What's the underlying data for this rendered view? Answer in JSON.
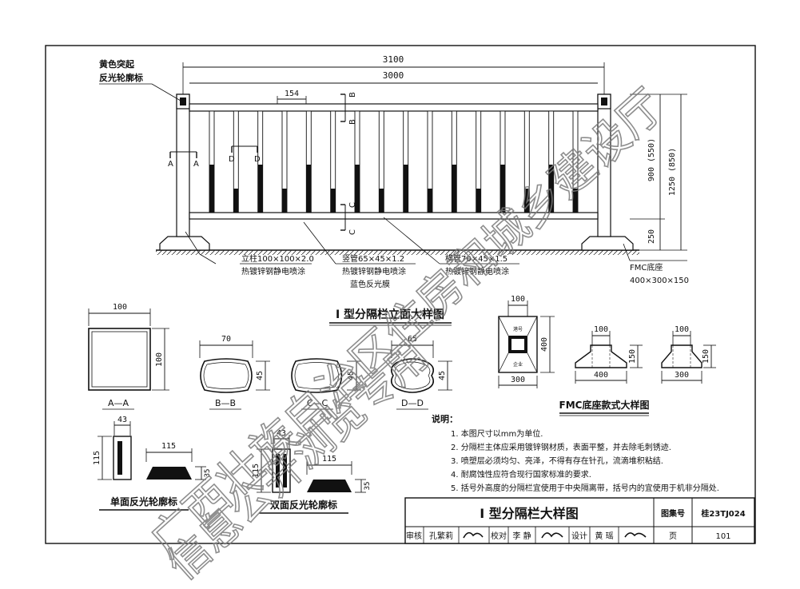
{
  "elevation": {
    "dim_total": "3100",
    "dim_inner": "3000",
    "dim_spacing": "154",
    "dim_height_total": "1250 (850)",
    "dim_height_rail": "900 (550)",
    "dim_base": "250",
    "marker_label": [
      "黄色突起",
      "反光轮廓标"
    ],
    "post_label": [
      "立柱100×100×2.0",
      "热镀锌钢静电喷涂"
    ],
    "vertical_label": [
      "竖管65×45×1.2",
      "热镀锌钢静电喷涂",
      "蓝色反光膜"
    ],
    "rail_label": [
      "横管70×45×1.5",
      "热镀锌钢静电喷涂"
    ],
    "base_label": [
      "FMC底座",
      "400×300×150"
    ],
    "section_a": "A",
    "section_b": "B",
    "section_c": "C",
    "section_d": "D",
    "caption": "I 型分隔栏立面大样图"
  },
  "sections": {
    "aa": {
      "width": "100",
      "height": "100",
      "label": "A—A"
    },
    "bb": {
      "width": "70",
      "height": "45",
      "label": "B—B"
    },
    "cc": {
      "height": "45",
      "label": "C—C"
    },
    "dd": {
      "width": "65",
      "height": "45",
      "label": "D—D"
    }
  },
  "fmc": {
    "plan_width": "100",
    "plan_height": "400",
    "plan_bottom": "300",
    "plan_text_top": "港号",
    "plan_text_bottom": "企业",
    "elev1_top": "100",
    "elev1_height": "150",
    "elev1_bottom": "400",
    "elev2_top": "100",
    "elev2_height": "150",
    "elev2_bottom": "300",
    "caption": "FMC底座款式大样图"
  },
  "reflectors": {
    "single_width": "43",
    "single_height": "115",
    "single_profile_width": "115",
    "single_profile_height": "35",
    "single_caption": "单面反光轮廓标",
    "double_width": "43",
    "double_height": "115",
    "double_profile_width": "115",
    "double_profile_height": "35",
    "double_caption": "双面反光轮廓标"
  },
  "notes": {
    "title": "说明：",
    "items": [
      "1. 本图尺寸以mm为单位.",
      "2. 分隔栏主体应采用镀锌钢材质，表面平整，并去除毛刺锈迹.",
      "3. 喷塑层必须均匀、亮泽，不得有存在针孔，流滴堆积粘结.",
      "4. 耐腐蚀性应符合现行国家标准的要求.",
      "5. 括号外高度的分隔栏宜使用于中央隔离带，括号内的宜使用于机非分隔处."
    ]
  },
  "title_block": {
    "title": "I 型分隔栏大样图",
    "atlas_label": "图集号",
    "atlas_no": "桂23TJ024",
    "review_label": "审核",
    "reviewer": "孔繁莉",
    "check_label": "校对",
    "checker": "李 静",
    "design_label": "设计",
    "designer": "黄 瑶",
    "page_label": "页",
    "page_no": "101"
  },
  "watermark": {
    "line1": "广西壮族自治区住房和城乡建设厅",
    "line2": "信息公开浏览专用"
  }
}
